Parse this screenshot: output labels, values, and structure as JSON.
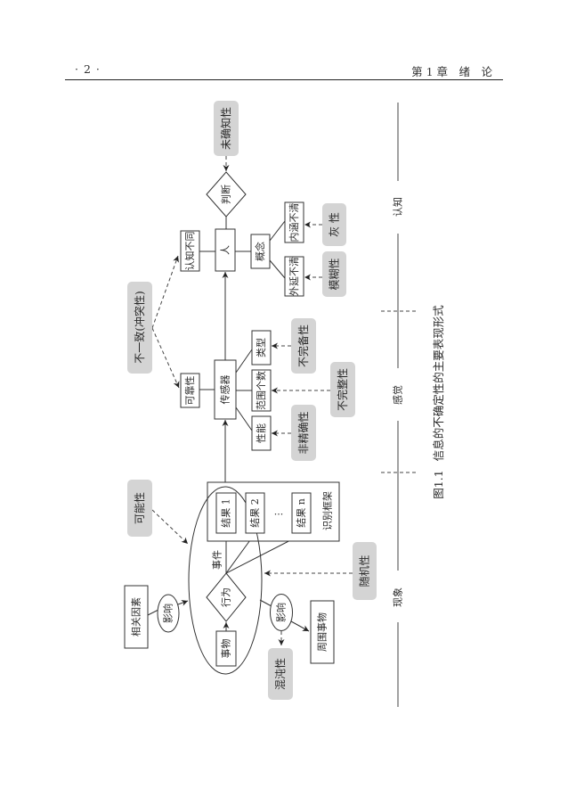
{
  "header": {
    "page_number": "· 2 ·",
    "chapter": "第 1 章　绪　论"
  },
  "diagram": {
    "entities": {
      "judgment": "判断",
      "cognition_diff": "认知不同",
      "human": "人",
      "concept": "概念",
      "connotation_unclear": "内涵不清",
      "extension_unclear": "外延不清",
      "reliability": "可靠性",
      "sensor": "传感器",
      "type": "类型",
      "range_count": "范围个数",
      "performance": "性能",
      "frame_label": "识别框架",
      "result_1": "结果 1",
      "result_2": "结果 2",
      "ellipsis": "···",
      "result_n": "结果 n",
      "event": "事件",
      "behavior": "行为",
      "related_factors": "相关因素",
      "influence_left": "影响",
      "thing": "事物",
      "influence_right": "影响",
      "surroundings": "周围事物"
    },
    "uncertainties": {
      "unknown": "未确知性",
      "inconsistency": "不一致(冲突性)",
      "grayness": "灰 性",
      "fuzziness": "模糊性",
      "incompleteness_a": "不完备性",
      "incompleteness_b": "不完整性",
      "imprecision": "非精确性",
      "possibility": "可能性",
      "randomness": "随机性",
      "chaos": "混沌性"
    },
    "stages": {
      "cognition": "认知",
      "perception": "感觉",
      "phenomenon": "现象"
    }
  },
  "caption": {
    "number": "图1.1",
    "title": "信息的不确定性的主要表现形式"
  }
}
